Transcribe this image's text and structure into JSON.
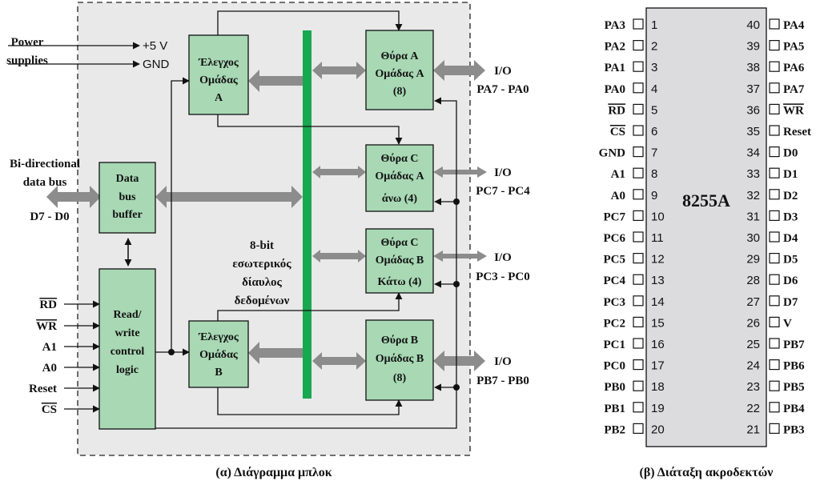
{
  "block_diagram": {
    "caption": "(α) Διάγραμμα μπλοκ",
    "power": {
      "label_line1": "Power",
      "label_line2": "supplies",
      "vcc": "+5 V",
      "gnd": "GND"
    },
    "data_bus": {
      "label_line1": "Bi-directional",
      "label_line2": "data bus",
      "bits": "D7 - D0"
    },
    "buffer": {
      "line1": "Data",
      "line2": "bus",
      "line3": "buffer"
    },
    "rw_logic": {
      "line1": "Read/",
      "line2": "write",
      "line3": "control",
      "line4": "logic"
    },
    "control_inputs": [
      "RD",
      "WR",
      "A1",
      "A0",
      "Reset",
      "CS"
    ],
    "group_a_control": {
      "line1": "Έλεγχος",
      "line2": "Ομάδας",
      "line3": "Α"
    },
    "group_b_control": {
      "line1": "Έλεγχος",
      "line2": "Ομάδας",
      "line3": "Β"
    },
    "internal_bus": {
      "line1": "8-bit",
      "line2": "εσωτερικός",
      "line3": "δίαυλος",
      "line4": "δεδομένων"
    },
    "ports": [
      {
        "line1": "Θύρα A",
        "line2": "Ομάδας A",
        "line3": "(8)",
        "io": "I/O",
        "pins": "PA7 - PA0"
      },
      {
        "line1": "Θύρα C",
        "line2": "Ομάδας A",
        "line3": "άνω (4)",
        "io": "I/O",
        "pins": "PC7 - PC4"
      },
      {
        "line1": "Θύρα C",
        "line2": "Ομάδας B",
        "line3": "Κάτω (4)",
        "io": "I/O",
        "pins": "PC3 - PC0"
      },
      {
        "line1": "Θύρα B",
        "line2": "Ομάδας B",
        "line3": "(8)",
        "io": "I/O",
        "pins": "PB7 - PB0"
      }
    ]
  },
  "pinout": {
    "caption": "(β) Διάταξη ακροδεκτών",
    "chip_name": "8255A",
    "left_pins": [
      {
        "num": "1",
        "name": "PA3"
      },
      {
        "num": "2",
        "name": "PA2"
      },
      {
        "num": "3",
        "name": "PA1"
      },
      {
        "num": "4",
        "name": "PA0"
      },
      {
        "num": "5",
        "name": "RD",
        "overline": true
      },
      {
        "num": "6",
        "name": "CS",
        "overline": true
      },
      {
        "num": "7",
        "name": "GND"
      },
      {
        "num": "8",
        "name": "A1"
      },
      {
        "num": "9",
        "name": "A0"
      },
      {
        "num": "10",
        "name": "PC7"
      },
      {
        "num": "11",
        "name": "PC6"
      },
      {
        "num": "12",
        "name": "PC5"
      },
      {
        "num": "13",
        "name": "PC4"
      },
      {
        "num": "14",
        "name": "PC3"
      },
      {
        "num": "15",
        "name": "PC2"
      },
      {
        "num": "16",
        "name": "PC1"
      },
      {
        "num": "17",
        "name": "PC0"
      },
      {
        "num": "18",
        "name": "PB0"
      },
      {
        "num": "19",
        "name": "PB1"
      },
      {
        "num": "20",
        "name": "PB2"
      }
    ],
    "right_pins": [
      {
        "num": "40",
        "name": "PA4"
      },
      {
        "num": "39",
        "name": "PA5"
      },
      {
        "num": "38",
        "name": "PA6"
      },
      {
        "num": "37",
        "name": "PA7"
      },
      {
        "num": "36",
        "name": "WR",
        "overline": true
      },
      {
        "num": "35",
        "name": "Reset"
      },
      {
        "num": "34",
        "name": "D0"
      },
      {
        "num": "33",
        "name": "D1"
      },
      {
        "num": "32",
        "name": "D2"
      },
      {
        "num": "31",
        "name": "D3"
      },
      {
        "num": "30",
        "name": "D4"
      },
      {
        "num": "29",
        "name": "D5"
      },
      {
        "num": "28",
        "name": "D6"
      },
      {
        "num": "27",
        "name": "D7"
      },
      {
        "num": "26",
        "name": "V"
      },
      {
        "num": "25",
        "name": "PB7"
      },
      {
        "num": "24",
        "name": "PB6"
      },
      {
        "num": "23",
        "name": "PB5"
      },
      {
        "num": "22",
        "name": "PB4"
      },
      {
        "num": "21",
        "name": "PB3"
      }
    ]
  },
  "colors": {
    "block_fill": "#a8d8b4",
    "panel_fill": "#e9e9ea",
    "bus_green": "#18a850",
    "arrow_gray": "#8c8c8c",
    "chip_fill": "#dcdcde"
  }
}
